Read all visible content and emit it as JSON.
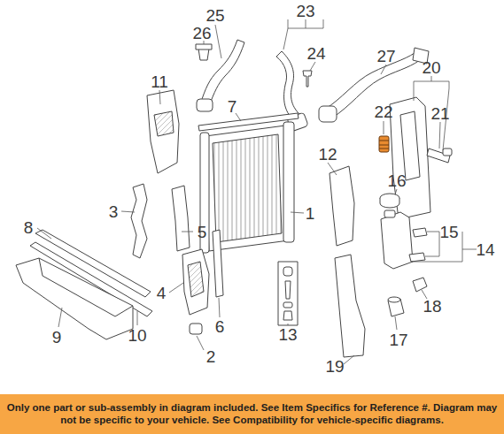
{
  "diagram": {
    "nodes": [
      {
        "text": [
          "Only one part or sub-assembly in diagram included. See Item Specifics for Reference #. Diagram may not be specific to your vehicle. See Compatibility for vehicle-specific diagrams."
        ]
      }
    ],
    "labels": [
      "25",
      "26",
      "23",
      "24",
      "27",
      "11",
      "7",
      "20",
      "22",
      "21",
      "12",
      "16",
      "1",
      "3",
      "5",
      "8",
      "15",
      "14",
      "4",
      "6",
      "13",
      "18",
      "9",
      "10",
      "2",
      "17",
      "19"
    ]
  }
}
